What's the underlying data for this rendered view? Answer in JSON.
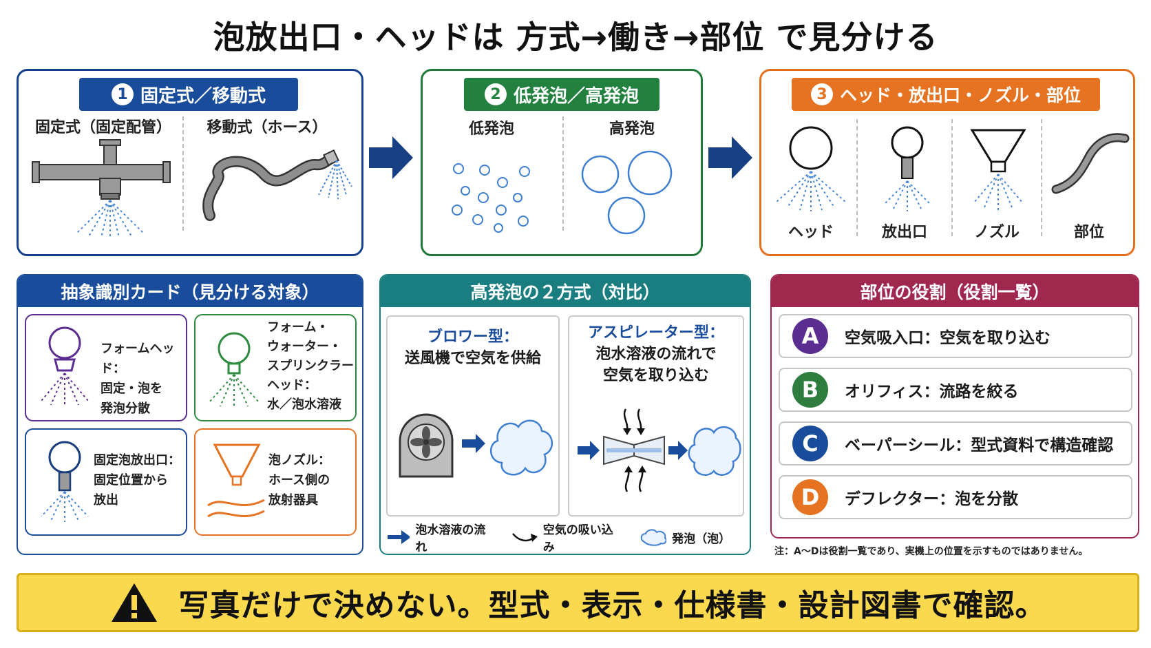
{
  "title": "泡放出口・ヘッドは 方式→働き→部位 で見分ける",
  "steps": [
    {
      "num": "1",
      "title": "固定式／移動式",
      "labels": [
        "固定式（固定配管）",
        "移動式（ホース）"
      ]
    },
    {
      "num": "2",
      "title": "低発泡／高発泡",
      "labels": [
        "低発泡",
        "高発泡"
      ]
    },
    {
      "num": "3",
      "title": "ヘッド・放出口・ノズル・部位",
      "labels": [
        "ヘッド",
        "放出口",
        "ノズル",
        "部位"
      ]
    }
  ],
  "cards_section": {
    "title": "抽象識別カード（見分ける対象）",
    "cards": [
      {
        "lines": [
          "フォームヘッド：",
          "固定・泡を",
          "発泡分散"
        ],
        "color": "#5b2d91"
      },
      {
        "lines": [
          "フォーム・",
          "ウォーター・",
          "スプリンクラー",
          "ヘッド：",
          "水／泡水溶液"
        ],
        "color": "#2e8a3e"
      },
      {
        "lines": [
          "固定泡放出口：",
          "固定位置から",
          "放出"
        ],
        "color": "#1a4c9c"
      },
      {
        "lines": [
          "泡ノズル：",
          "ホース側の",
          "放射器具"
        ],
        "color": "#e67321"
      }
    ]
  },
  "compare_section": {
    "title": "高発泡の２方式（対比）",
    "blower": {
      "name": "ブロワー型：",
      "desc": [
        "送風機で空気を供給"
      ]
    },
    "aspirator": {
      "name": "アスピレーター型：",
      "desc": [
        "泡水溶液の流れで",
        "空気を取り込む"
      ]
    },
    "legend": [
      "泡水溶液の流れ",
      "空気の吸い込み",
      "発泡（泡）"
    ]
  },
  "roles_section": {
    "title": "部位の役割（役割一覧）",
    "roles": [
      {
        "letter": "A",
        "text": "空気吸入口：空気を取り込む",
        "color": "#5b2d91"
      },
      {
        "letter": "B",
        "text": "オリフィス：流路を絞る",
        "color": "#2e7d3e"
      },
      {
        "letter": "C",
        "text": "ベーパーシール：型式資料で構造確認",
        "color": "#1a4c9c"
      },
      {
        "letter": "D",
        "text": "デフレクター：泡を分散",
        "color": "#e67321"
      }
    ],
    "note": "注：A～Dは役割一覧であり、実機上の位置を示すものではありません。"
  },
  "banner": "写真だけで決めない。型式・表示・仕様書・設計図書で確認。",
  "colors": {
    "navy": "#1a4c9c",
    "green": "#22813f",
    "orange": "#e67321",
    "teal": "#1a7e80",
    "crimson": "#a0284f",
    "spray": "#4a86d6",
    "warning": "#fad94e"
  }
}
